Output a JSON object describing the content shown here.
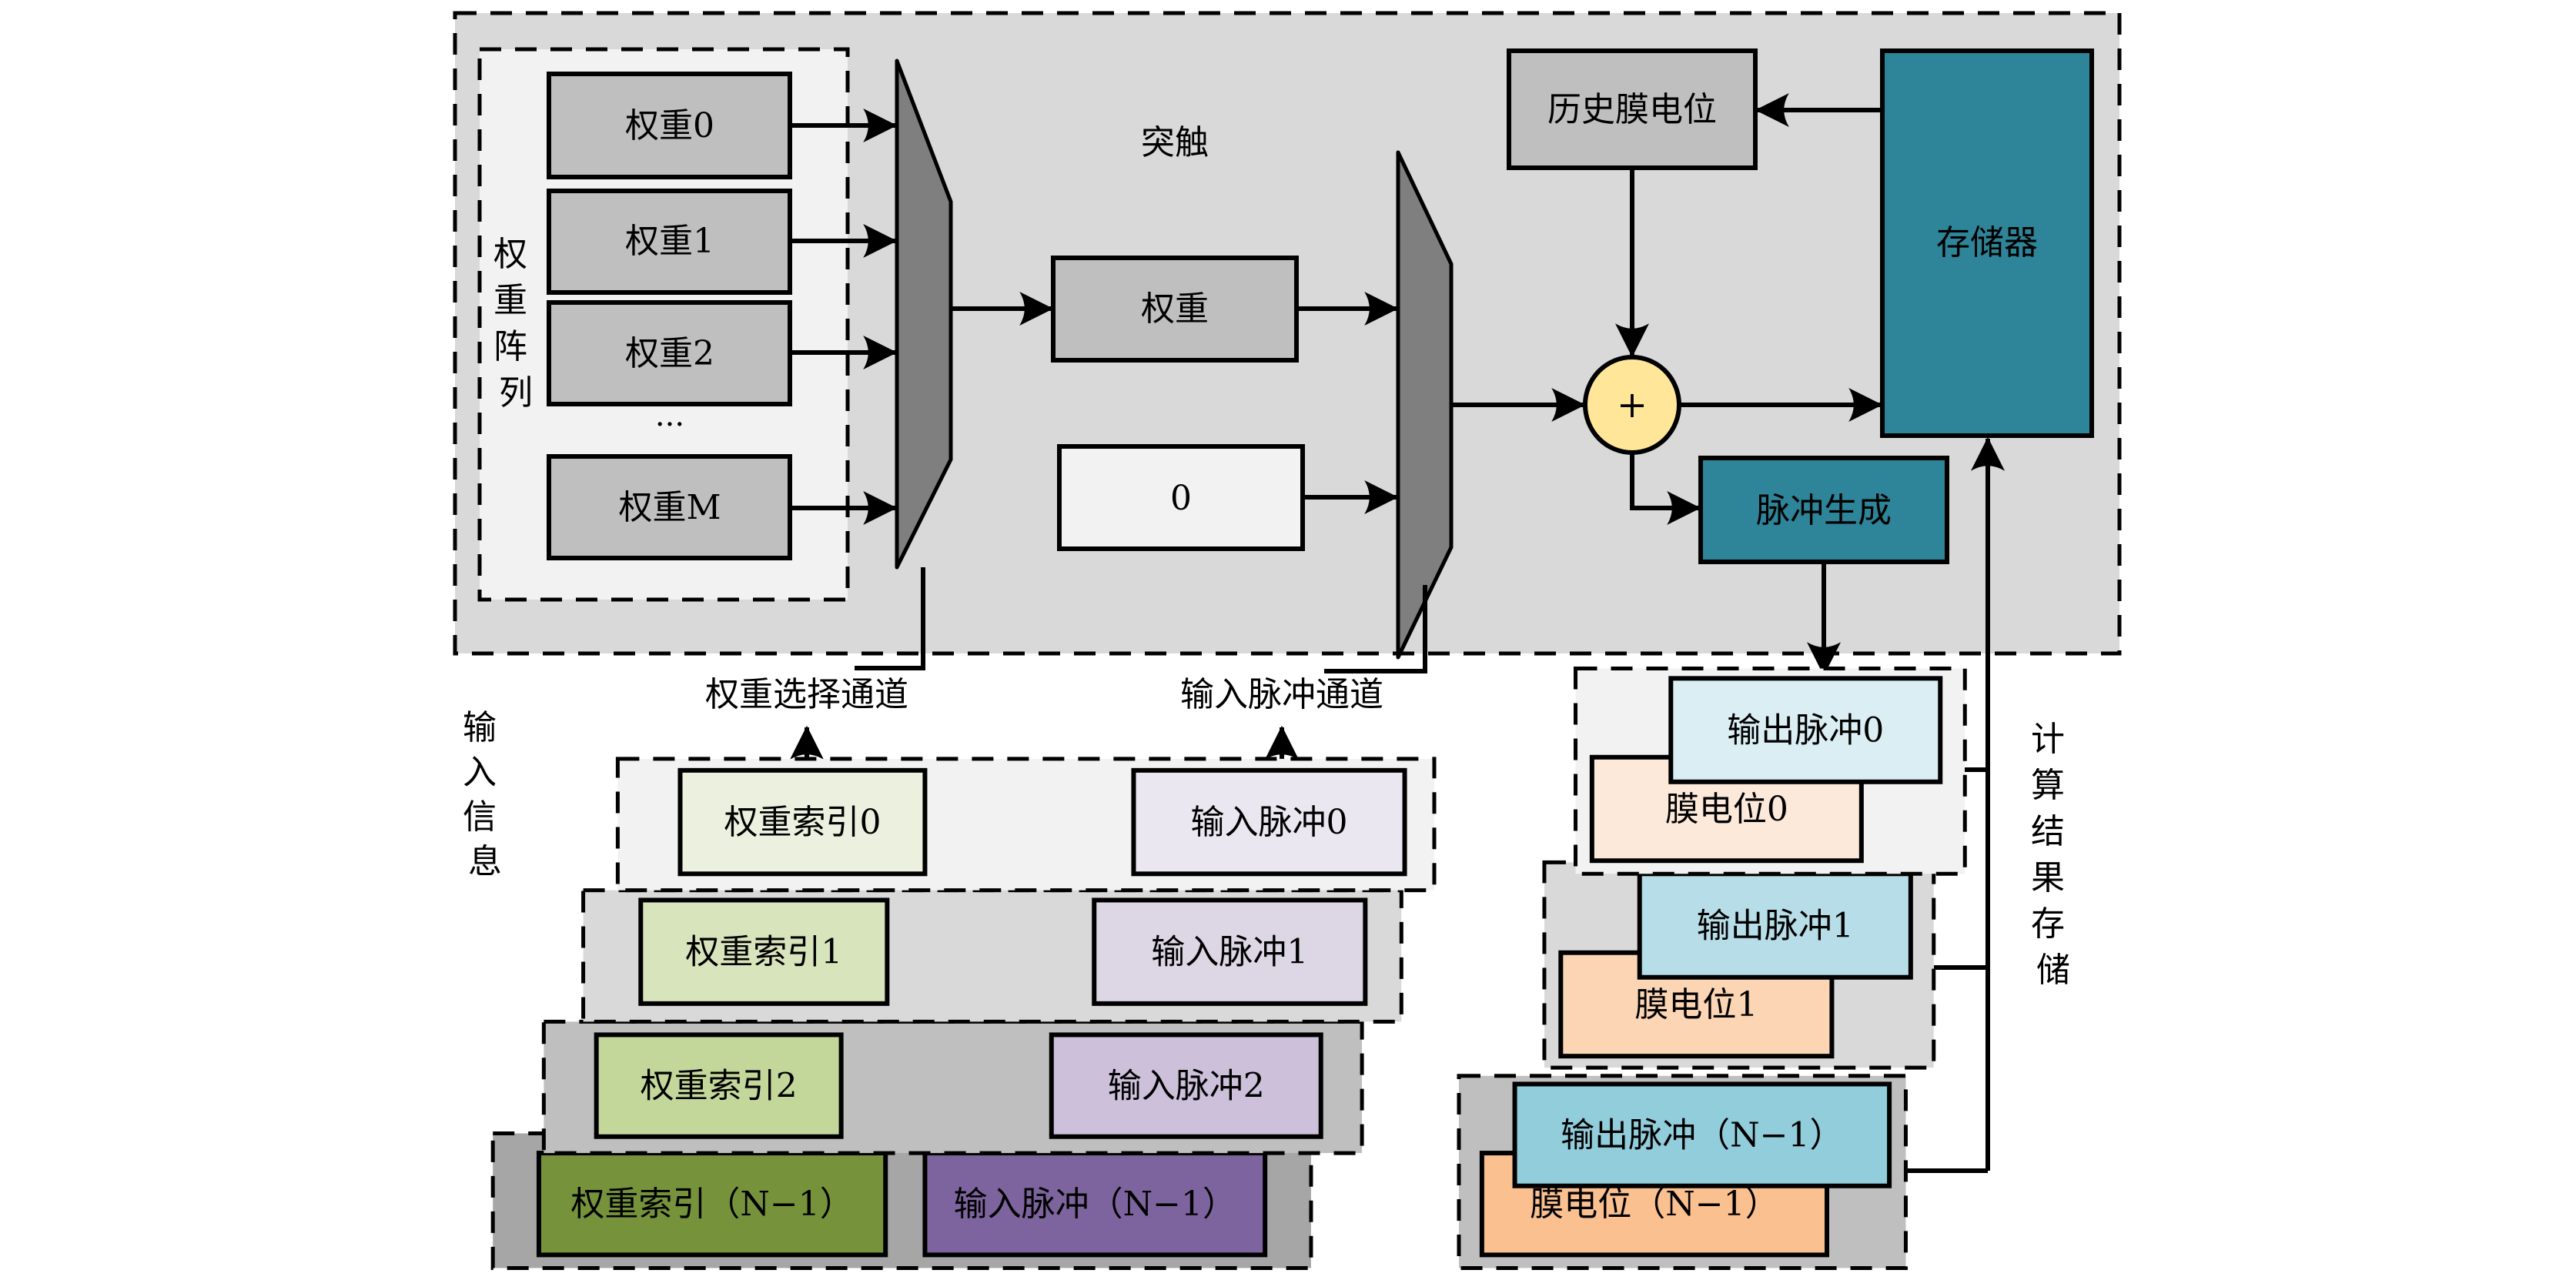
{
  "colors": {
    "outer_bg": "#D9D9D9",
    "array_bg": "#F2F2F2",
    "weight_box": "#BFBFBF",
    "mux": "#7F7F7F",
    "zero_box": "#F2F2F2",
    "history_box": "#BFBFBF",
    "teal": "#2E8498",
    "adder": "#FFE699",
    "stack_bg": [
      "#F2F2F2",
      "#D9D9D9",
      "#BFBFBF",
      "#A6A6A6"
    ],
    "weight_index": [
      "#EBF1DE",
      "#D8E4BC",
      "#C4D79B",
      "#76933C"
    ],
    "input_spike": [
      "#EAE7F1",
      "#DCD6E5",
      "#CCC0DA",
      "#7E649E"
    ],
    "out_stack_bg": [
      "#F2F2F2",
      "#D9D9D9",
      "#BFBFBF"
    ],
    "output_spike": [
      "#DAEEF3",
      "#B7DEE8",
      "#92CDDC"
    ],
    "membrane": [
      "#FDE9D9",
      "#FCD5B4",
      "#FAC090"
    ]
  },
  "synapse": {
    "title": "突触",
    "weight_array_label": "权重阵列",
    "weights": [
      "权重0",
      "权重1",
      "权重2",
      "权重M"
    ],
    "ellipsis": "···",
    "selected_weight": "权重",
    "zero_value": "0",
    "history_potential": "历史膜电位",
    "adder_symbol": "+",
    "memory": "存储器",
    "spike_gen": "脉冲生成"
  },
  "channels": {
    "weight_select": "权重选择通道",
    "input_spike": "输入脉冲通道"
  },
  "input_info": {
    "label": "输入信息",
    "rows": [
      {
        "weight_index": "权重索引0",
        "input_spike": "输入脉冲0"
      },
      {
        "weight_index": "权重索引1",
        "input_spike": "输入脉冲1"
      },
      {
        "weight_index": "权重索引2",
        "input_spike": "输入脉冲2"
      },
      {
        "weight_index": "权重索引（N−1）",
        "input_spike": "输入脉冲（N−1）"
      }
    ]
  },
  "results": {
    "label": "计算结果存储",
    "rows": [
      {
        "output_spike": "输出脉冲0",
        "membrane": "膜电位0"
      },
      {
        "output_spike": "输出脉冲1",
        "membrane": "膜电位1"
      },
      {
        "output_spike": "输出脉冲（N−1）",
        "membrane": "膜电位（N−1）"
      }
    ]
  }
}
